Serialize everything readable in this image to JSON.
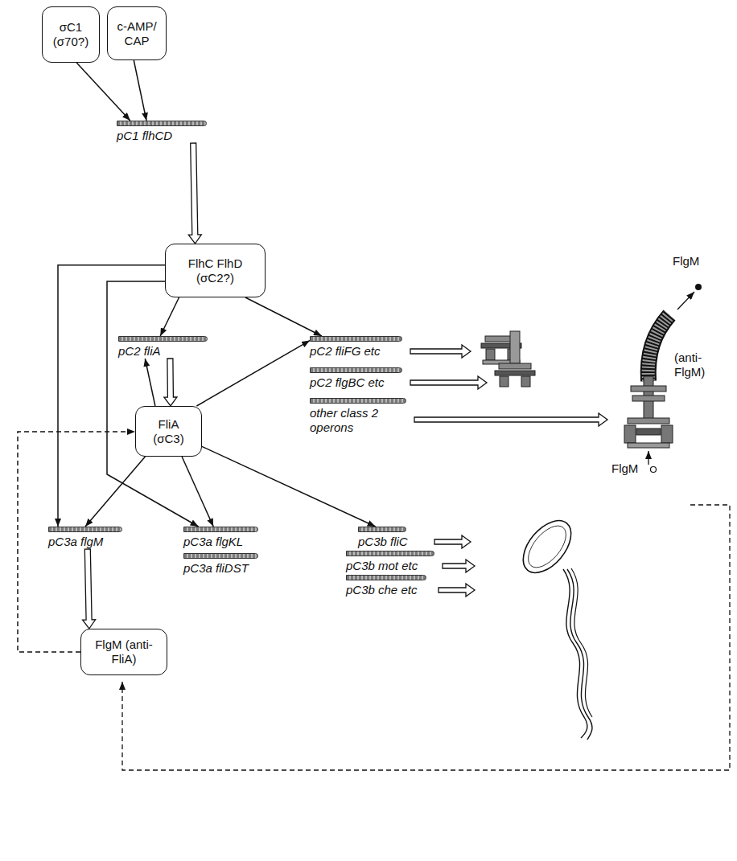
{
  "diagram": {
    "nodes": [
      {
        "text": [
          "σC1 (σ70?)"
        ]
      },
      {
        "text": [
          "c-AMP/ CAP"
        ]
      },
      {
        "text": [
          "pC1 flhCD"
        ]
      },
      {
        "text": [
          "FlhC FlhD (σC2?)"
        ]
      },
      {
        "text": [
          "pC2 fliA"
        ]
      },
      {
        "text": [
          "pC2 fliFG etc"
        ]
      },
      {
        "text": [
          "pC2 flgBC etc"
        ]
      },
      {
        "text": [
          "other class 2 operons"
        ]
      },
      {
        "text": [
          "FliA (σC3)"
        ]
      },
      {
        "text": [
          "pC3a flgM"
        ]
      },
      {
        "text": [
          "pC3a flgKL"
        ]
      },
      {
        "text": [
          "pC3a fliDST"
        ]
      },
      {
        "text": [
          "pC3b fliC"
        ]
      },
      {
        "text": [
          "pC3b mot etc"
        ]
      },
      {
        "text": [
          "pC3b che etc"
        ]
      },
      {
        "text": [
          "FlgM (anti-FliA)"
        ]
      }
    ],
    "edges": [
      {
        "from": 0,
        "to": 2,
        "arrow": "to"
      },
      {
        "from": 1,
        "to": 2,
        "arrow": "to"
      },
      {
        "from": 2,
        "to": 3,
        "arrow": "to"
      },
      {
        "from": 3,
        "to": 4,
        "arrow": "to"
      },
      {
        "from": 3,
        "to": 5,
        "arrow": "to"
      },
      {
        "from": 3,
        "to": 9,
        "arrow": "to"
      },
      {
        "from": 3,
        "to": 10,
        "arrow": "to"
      },
      {
        "from": 4,
        "to": 8,
        "arrow": "to"
      },
      {
        "from": 8,
        "to": 4,
        "arrow": "to"
      },
      {
        "from": 8,
        "to": 5,
        "arrow": "to"
      },
      {
        "from": 8,
        "to": 9,
        "arrow": "to"
      },
      {
        "from": 8,
        "to": 10,
        "arrow": "to"
      },
      {
        "from": 8,
        "to": 12,
        "arrow": "to"
      },
      {
        "from": 9,
        "to": 15,
        "arrow": "to"
      },
      {
        "from": 15,
        "to": 8,
        "arrow": "to"
      }
    ],
    "labels": [
      "FlgM",
      "(anti- FlgM)",
      "FlgM"
    ]
  }
}
